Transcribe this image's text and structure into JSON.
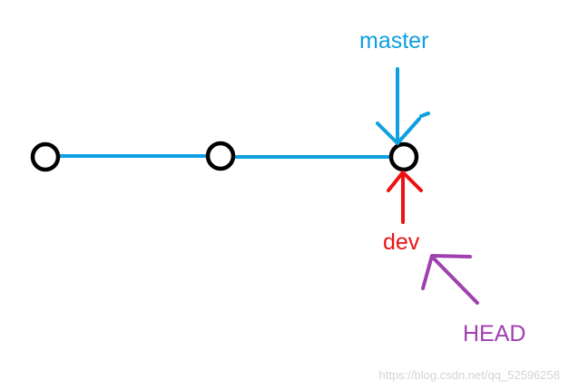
{
  "colors": {
    "line": "#0ea0e0",
    "commit_stroke": "#000000",
    "master": "#0ea0e0",
    "dev": "#ee1111",
    "head": "#a040b0"
  },
  "labels": {
    "master": "master",
    "dev": "dev",
    "head": "HEAD"
  },
  "watermark": "https://blog.csdn.net/qq_52596258"
}
